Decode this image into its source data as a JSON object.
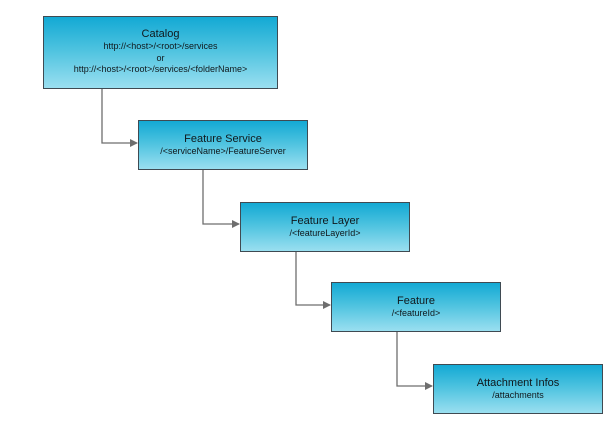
{
  "nodes": [
    {
      "id": "catalog",
      "title": "Catalog",
      "lines": [
        "http://<host>/<root>/services",
        "or",
        "http://<host>/<root>/services/<folderName>"
      ]
    },
    {
      "id": "feature-service",
      "title": "Feature Service",
      "lines": [
        "/<serviceName>/FeatureServer"
      ]
    },
    {
      "id": "feature-layer",
      "title": "Feature Layer",
      "lines": [
        "/<featureLayerId>"
      ]
    },
    {
      "id": "feature",
      "title": "Feature",
      "lines": [
        "/<featureId>"
      ]
    },
    {
      "id": "attachment-infos",
      "title": "Attachment Infos",
      "lines": [
        "/attachments"
      ]
    }
  ],
  "colors": {
    "box_top": "#13a9d4",
    "box_bottom": "#9adff0",
    "border": "#3f4a52",
    "connector": "#6e6e6e"
  }
}
